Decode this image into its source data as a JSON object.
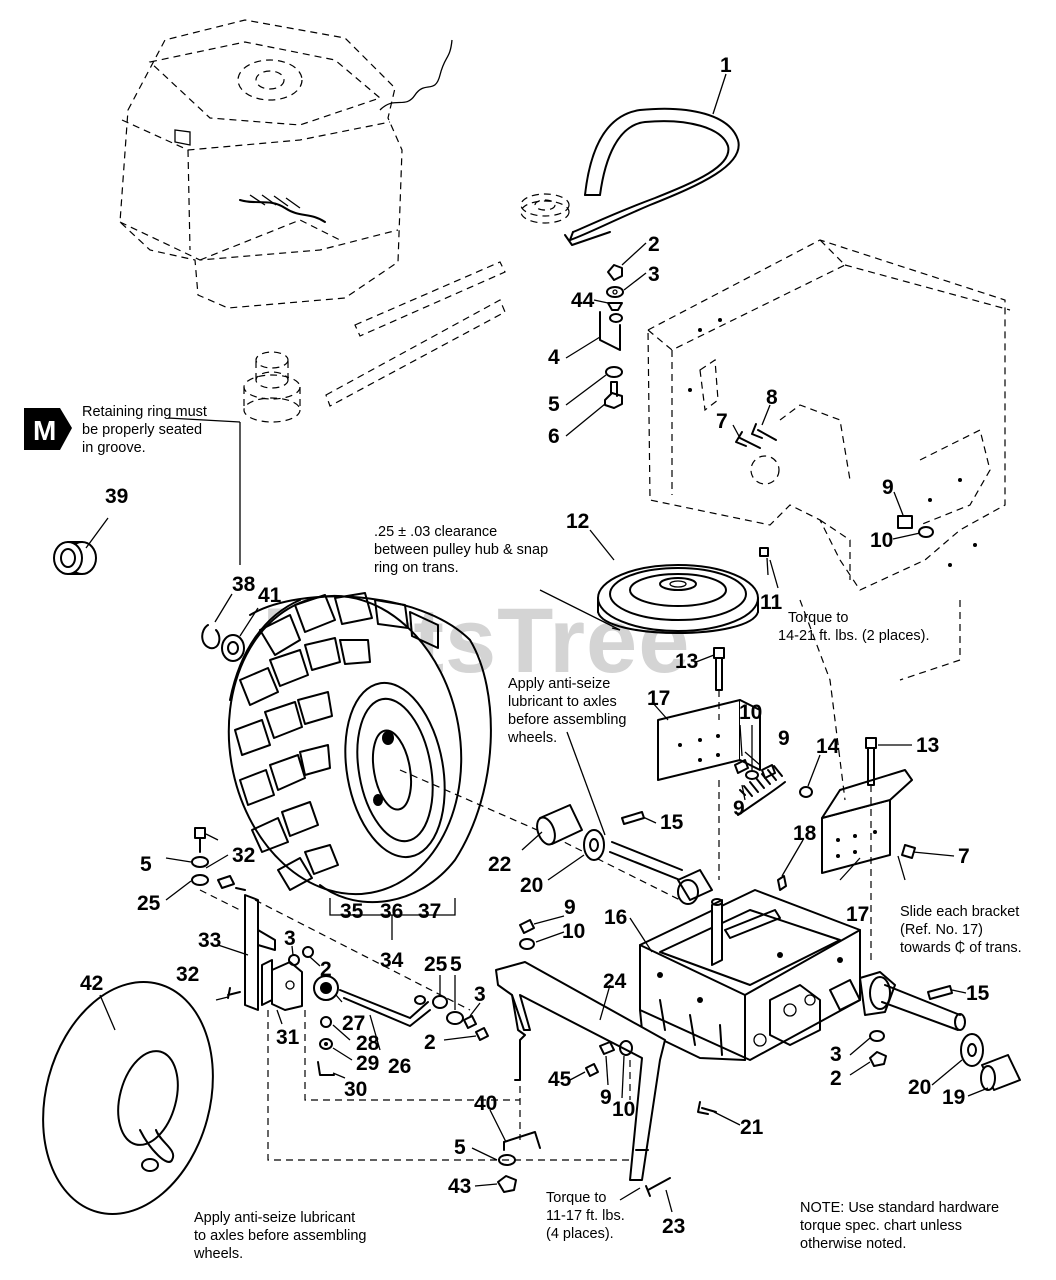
{
  "watermark": "PartsTree",
  "badge": {
    "letter": "M"
  },
  "notes": {
    "retaining_1": "Retaining ring must",
    "retaining_2": "be properly seated",
    "retaining_3": "in groove.",
    "clearance_1": ".25 ± .03 clearance",
    "clearance_2": "between pulley hub & snap",
    "clearance_3": "ring on trans.",
    "torque_a1": "Torque to",
    "torque_a2": "14-21 ft. lbs. (2 places).",
    "antiseize_a1": "Apply anti-seize",
    "antiseize_a2": "lubricant to axles",
    "antiseize_a3": "before assembling",
    "antiseize_a4": "wheels.",
    "slide_1": "Slide each bracket",
    "slide_2": "(Ref. No. 17)",
    "slide_3": "towards ₵ of trans.",
    "torque_b1": "Torque to",
    "torque_b2": "11-17 ft. lbs.",
    "torque_b3": "(4 places).",
    "antiseize_b1": "Apply anti-seize lubricant",
    "antiseize_b2": "to axles before assembling",
    "antiseize_b3": "wheels.",
    "note_1": "NOTE: Use standard hardware",
    "note_2": "torque spec. chart unless",
    "note_3": "otherwise noted."
  },
  "callouts": [
    "1",
    "2",
    "3",
    "44",
    "4",
    "5",
    "6",
    "7",
    "8",
    "9",
    "10",
    "39",
    "38",
    "41",
    "12",
    "11",
    "13",
    "17",
    "10",
    "9",
    "9",
    "14",
    "13",
    "15",
    "18",
    "7",
    "17",
    "22",
    "20",
    "35",
    "36",
    "37",
    "34",
    "5",
    "32",
    "25",
    "32",
    "33",
    "3",
    "2",
    "42",
    "31",
    "27",
    "28",
    "29",
    "30",
    "26",
    "25",
    "5",
    "3",
    "2",
    "9",
    "10",
    "24",
    "16",
    "45",
    "9",
    "10",
    "40",
    "5",
    "43",
    "23",
    "21",
    "15",
    "3",
    "2",
    "20",
    "19"
  ]
}
